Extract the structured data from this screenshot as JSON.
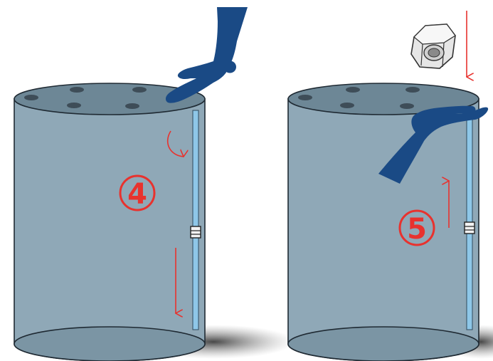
{
  "steps": [
    {
      "number": "4",
      "action": "press-top-and-slide-down"
    },
    {
      "number": "5",
      "action": "hold-top-and-push-up",
      "part_icon": "hex-nut-icon"
    }
  ],
  "colors": {
    "body_fill": "#8fa8b7",
    "body_stroke": "#1f2a33",
    "top_fill": "#6d8796",
    "bottom_fill": "#7b95a4",
    "hole": "#3e4d58",
    "rod": "#8ec7e8",
    "hand": "#1a4a85",
    "arrow": "#e8322e",
    "shadow": "#555555"
  }
}
